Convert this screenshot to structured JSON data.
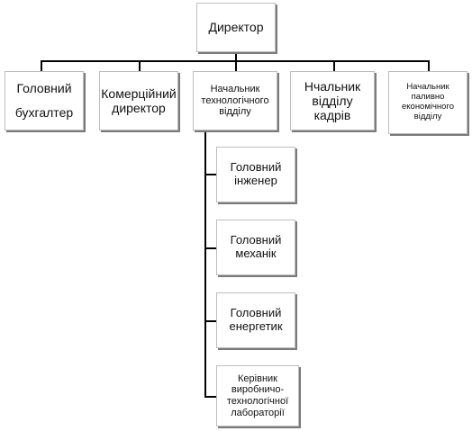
{
  "diagram": {
    "director": "Директор",
    "level1": {
      "chief_accountant": "Головний бухгалтер",
      "commercial_director": "Комерційний директор",
      "tech_head": "Начальник технологічного відділу",
      "hr_head": "Нчальник відділу кадрів",
      "fuel_head": "Начальник паливно економічного відділу"
    },
    "level2": {
      "chief_engineer": "Головний інженер",
      "chief_mechanic": "Головний механік",
      "chief_energy": "Головний енергетик",
      "lab_head": "Керівник виробничо-технологічної лабораторії"
    }
  }
}
